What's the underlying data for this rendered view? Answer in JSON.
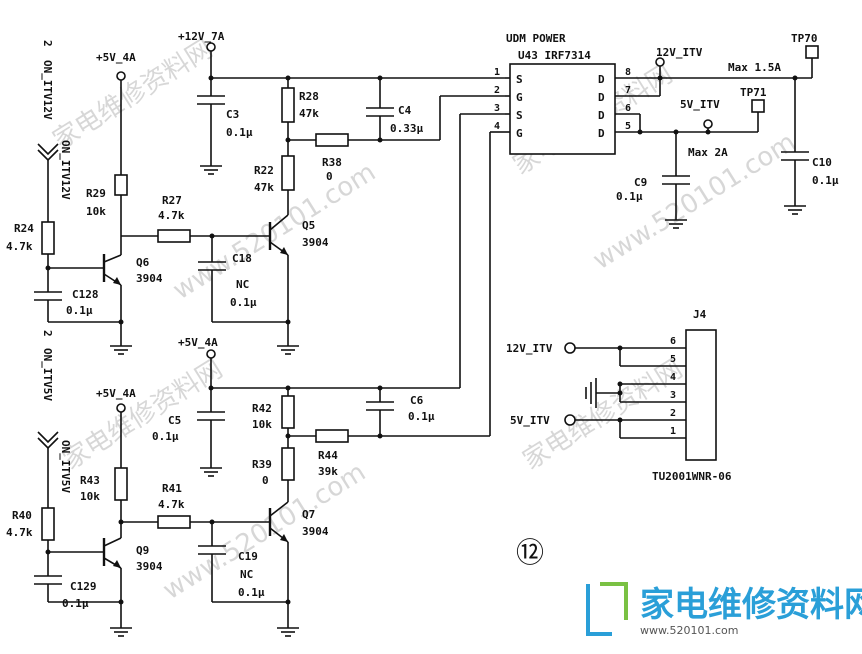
{
  "labels": {
    "supply_top_left": "+5V_4A",
    "supply_12v": "+12V_7A",
    "supply_mid": "+5V_4A",
    "supply_bottom_left": "+5V_4A",
    "udm_title": "UDM POWER",
    "u43": "U43 IRF7314",
    "pin_s": "S",
    "pin_g": "G",
    "pin_d": "D",
    "net_12v_itv": "12V_ITV",
    "net_5v_itv": "5V_ITV",
    "tp70": "TP70",
    "tp71": "TP71",
    "max15": "Max 1.5A",
    "max2": "Max 2A",
    "on_itv12v": "ON_ITV12V",
    "on_itv5v": "ON_ITV5V",
    "pin2_a": "2",
    "pin2_b": "2",
    "j4": "J4",
    "connector": "TU2001WNR-06",
    "j4_12v": "12V_ITV",
    "j4_5v": "5V_ITV",
    "figure_no": "⑫"
  },
  "components": {
    "c3": [
      "C3",
      "0.1μ"
    ],
    "r28": [
      "R28",
      "47k"
    ],
    "c4": [
      "C4",
      "0.33μ"
    ],
    "r38": [
      "R38",
      "0"
    ],
    "r22": [
      "R22",
      "47k"
    ],
    "r29": [
      "R29",
      "10k"
    ],
    "r27": [
      "R27",
      "4.7k"
    ],
    "q5": [
      "Q5",
      "3904"
    ],
    "r24": [
      "R24",
      "4.7k"
    ],
    "q6": [
      "Q6",
      "3904"
    ],
    "c18": [
      "C18",
      "NC",
      "0.1μ"
    ],
    "c128": [
      "C128",
      "0.1μ"
    ],
    "c9": [
      "C9",
      "0.1μ"
    ],
    "c10": [
      "C10",
      "0.1μ"
    ],
    "c5": [
      "C5",
      "0.1μ"
    ],
    "r42": [
      "R42",
      "10k"
    ],
    "c6": [
      "C6",
      "0.1μ"
    ],
    "r44": [
      "R44",
      "39k"
    ],
    "r39": [
      "R39",
      "0"
    ],
    "r43": [
      "R43",
      "10k"
    ],
    "r41": [
      "R41",
      "4.7k"
    ],
    "q7": [
      "Q7",
      "3904"
    ],
    "r40": [
      "R40",
      "4.7k"
    ],
    "q9": [
      "Q9",
      "3904"
    ],
    "c19": [
      "C19",
      "NC",
      "0.1μ"
    ],
    "c129": [
      "C129",
      "0.1μ"
    ]
  },
  "u43_pins": [
    "1",
    "2",
    "3",
    "4",
    "8",
    "7",
    "6",
    "5"
  ],
  "j4_pins": [
    "6",
    "5",
    "4",
    "3",
    "2",
    "1"
  ],
  "watermark": {
    "cn": "家电维修资料网",
    "url": "www.520101.com",
    "logo_cn": "家电维修资料网",
    "logo_url": "www.520101.com"
  },
  "colors": {
    "ink": "#111111",
    "watermark": "#b8b8b8",
    "logo": "#2a9fd8"
  }
}
